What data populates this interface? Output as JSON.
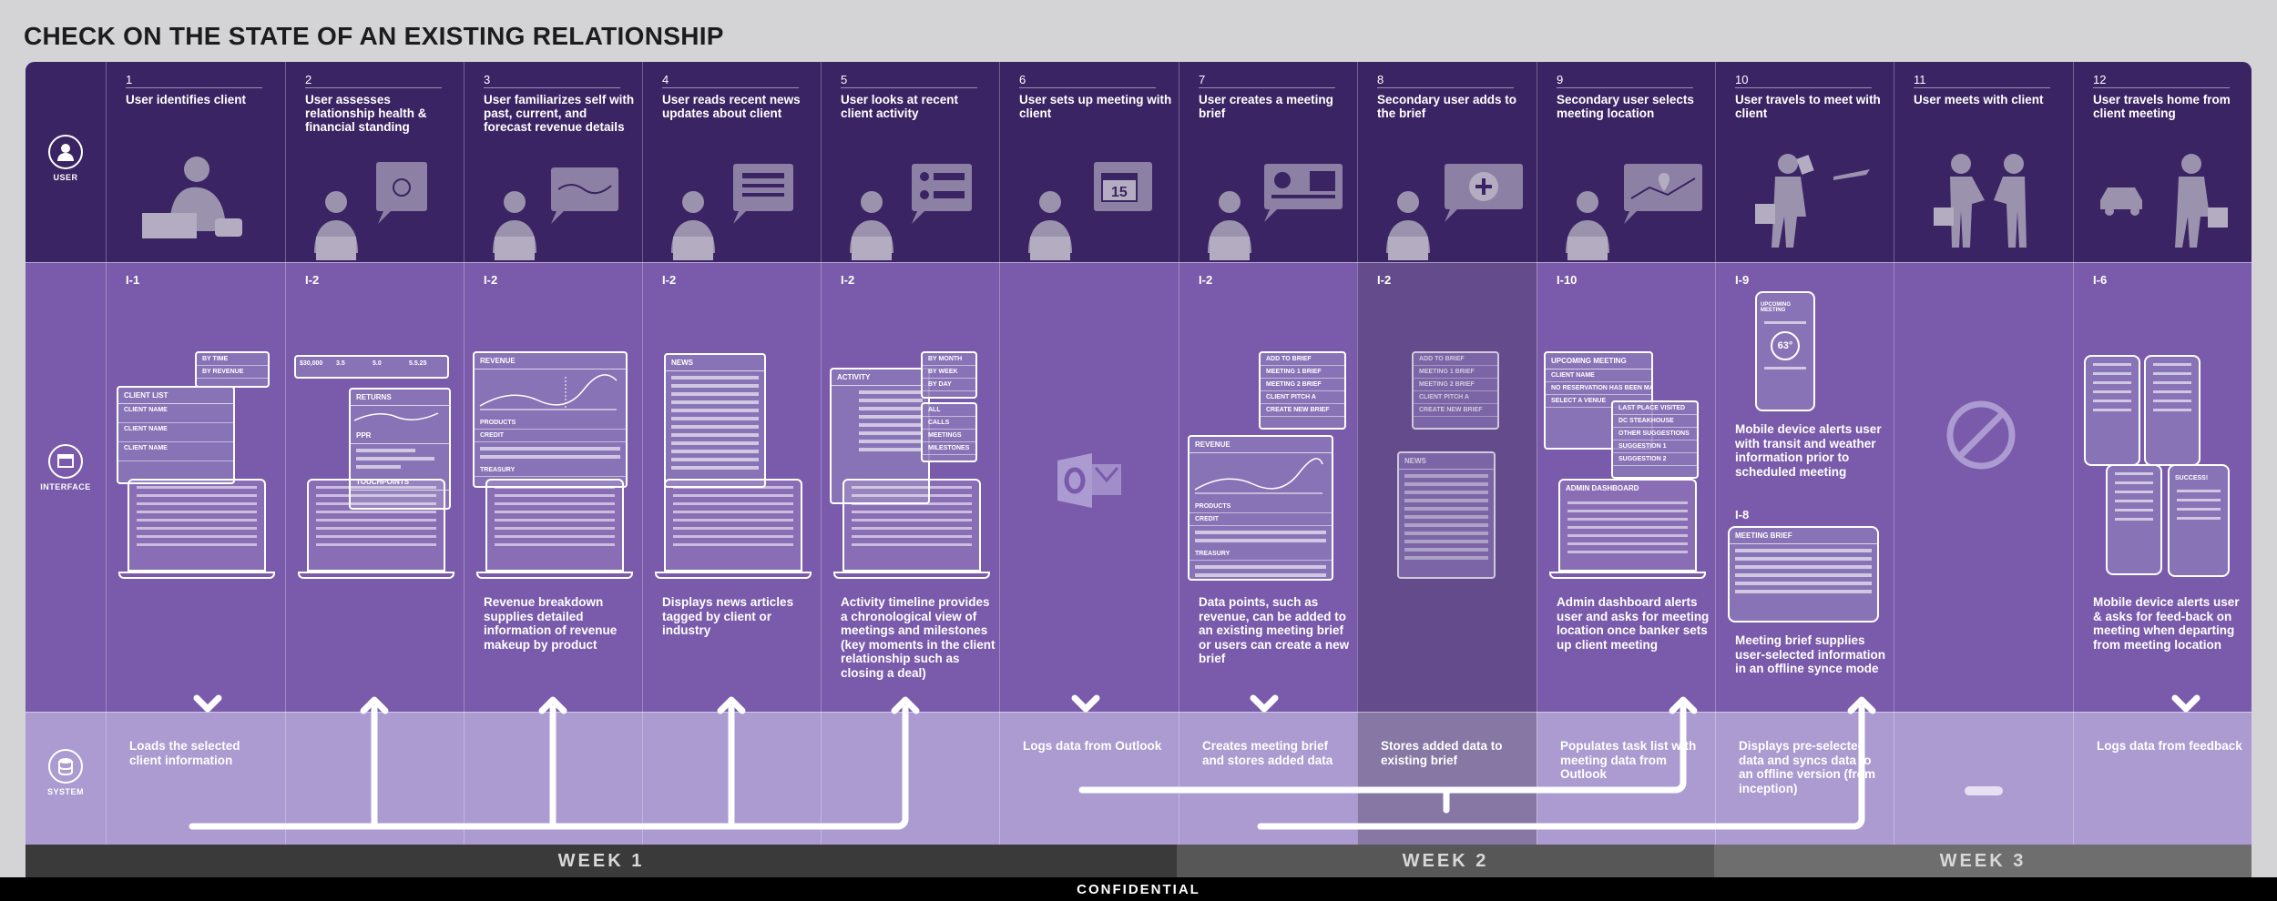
{
  "title": "CHECK ON THE STATE OF AN EXISTING RELATIONSHIP",
  "lanes": {
    "user": "USER",
    "interface": "INTERFACE",
    "system": "SYSTEM"
  },
  "steps": [
    {
      "num": "1",
      "title": "User identifies client",
      "ref": "I-1",
      "desc": "",
      "sys": "Loads the selected client information",
      "icon": "phone-call-icon"
    },
    {
      "num": "2",
      "title": "User assesses relationship health & financial standing",
      "ref": "I-2",
      "desc": "",
      "sys": "",
      "icon": "document-icon"
    },
    {
      "num": "3",
      "title": "User familiarizes self with past, current, and forecast revenue details",
      "ref": "I-2",
      "desc": "Revenue breakdown supplies detailed information of revenue makeup by product",
      "sys": "",
      "icon": "chart-icon"
    },
    {
      "num": "4",
      "title": "User reads recent news updates about client",
      "ref": "I-2",
      "desc": "Displays news articles tagged by client or industry",
      "sys": "",
      "icon": "news-icon"
    },
    {
      "num": "5",
      "title": "User looks at recent client activity",
      "ref": "I-2",
      "desc": "Activity timeline provides a chronological view of meetings and milestones (key moments in the client relationship such as closing a deal)",
      "sys": "",
      "icon": "activity-icon"
    },
    {
      "num": "6",
      "title": "User sets up meeting with client",
      "ref": "",
      "desc": "",
      "sys": "Logs data from Outlook",
      "icon": "calendar-icon"
    },
    {
      "num": "7",
      "title": "User creates a meeting brief",
      "ref": "I-2",
      "desc": "Data points, such as revenue, can be added to an existing meeting brief or users can create a new brief",
      "sys": "Creates meeting brief and stores added data",
      "icon": "brief-icon"
    },
    {
      "num": "8",
      "title": "Secondary user adds to the brief",
      "ref": "I-2",
      "desc": "",
      "sys": "Stores added data to existing brief",
      "icon": "add-icon"
    },
    {
      "num": "9",
      "title": "Secondary user selects meeting location",
      "ref": "I-10",
      "desc": "Admin dashboard alerts user and asks for meeting location once banker sets up client meeting",
      "sys": "Populates task list with meeting data from Outlook",
      "icon": "map-pin-icon"
    },
    {
      "num": "10",
      "title": "User travels to meet with client",
      "ref": "I-9",
      "desc": "Mobile device alerts user with transit and weather information prior to scheduled meeting",
      "ref2": "I-8",
      "desc2": "Meeting brief supplies user-selected information in an offline synce mode",
      "sys": "Displays pre-selected data and syncs data to an offline version (from inception)",
      "icon": "airplane-icon"
    },
    {
      "num": "11",
      "title": "User meets with client",
      "ref": "",
      "desc": "",
      "sys": "",
      "icon": "handshake-icon"
    },
    {
      "num": "12",
      "title": "User travels home from client meeting",
      "ref": "I-6",
      "desc": "Mobile device alerts user & asks for feed-back on meeting when departing from meeting location",
      "sys": "Logs data from feedback",
      "icon": "taxi-icon"
    }
  ],
  "mockups": {
    "client_list": {
      "header": "CLIENT LIST",
      "rows": [
        "CLIENT NAME",
        "CLIENT NAME",
        "CLIENT NAME"
      ],
      "sort": [
        "BY TIME",
        "BY REVENUE"
      ]
    },
    "step2": {
      "stats": [
        "$30,000",
        "3.5",
        "5.0",
        "5.5.25"
      ],
      "returns": "RETURNS",
      "ppr": "PPR",
      "touchpoints": "TOUCHPOINTS"
    },
    "revenue": {
      "header": "REVENUE",
      "products": "PRODUCTS",
      "credit": "CREDIT",
      "treasury": "TREASURY"
    },
    "news": "NEWS",
    "activity": {
      "header": "ACTIVITY",
      "filters": [
        "BY MONTH",
        "BY WEEK",
        "BY DAY"
      ],
      "types": [
        "ALL",
        "CALLS",
        "MEETINGS",
        "MILESTONES"
      ]
    },
    "brief_menu": [
      "ADD TO BRIEF",
      "MEETING 1 BRIEF",
      "MEETING 2 BRIEF",
      "CLIENT PITCH A",
      "CREATE NEW BRIEF"
    ],
    "brief_menu2": [
      "ADD TO BRIEF",
      "MEETING 1 BRIEF",
      "MEETING 2 BRIEF",
      "CLIENT PITCH A",
      "CREATE NEW BRIEF"
    ],
    "step9": {
      "upcoming": "UPCOMING MEETING",
      "client": "CLIENT NAME",
      "reservation": "NO RESERVATION HAS BEEN MADE",
      "venue": "SELECT A VENUE",
      "places": [
        "LAST PLACE VISITED",
        "DC STEAKHOUSE",
        "OTHER SUGGESTIONS",
        "SUGGESTION 1",
        "SUGGESTION 2"
      ],
      "admin": "ADMIN DASHBOARD"
    },
    "step10": {
      "upcoming": "UPCOMING MEETING",
      "temp": "63°",
      "brief": "MEETING BRIEF"
    },
    "step12": {
      "success": "SUCCESS!"
    }
  },
  "weeks": [
    "WEEK 1",
    "WEEK 2",
    "WEEK 3"
  ],
  "footer": "CONFIDENTIAL",
  "colors": {
    "user_lane": "#3b2463",
    "interface_lane": "#7a5aab",
    "system_lane": "#ab9bd1",
    "week1": "#3a3a3a",
    "week2": "#575757",
    "week3": "#6e6e6e"
  }
}
